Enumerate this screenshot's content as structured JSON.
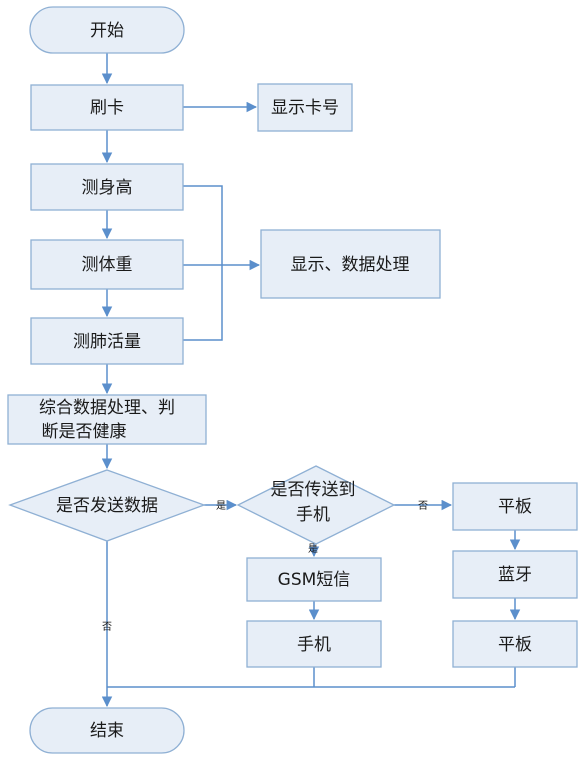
{
  "nodes": {
    "start": "开始",
    "swipe_card": "刷卡",
    "show_card": "显示卡号",
    "measure_height": "测身高",
    "measure_weight": "测体重",
    "display_process": "显示、数据处理",
    "measure_lung": "测肺活量",
    "process_line1": "综合数据处理、判",
    "process_line2": "断是否健康",
    "send_data": "是否发送数据",
    "to_phone_line1": "是否传送到",
    "to_phone_line2": "手机",
    "gsm": "GSM短信",
    "phone": "手机",
    "tablet1": "平板",
    "bluetooth": "蓝牙",
    "tablet2": "平板",
    "end": "结束"
  },
  "edge_labels": {
    "send_yes": "是",
    "send_no": "否",
    "phone_yes": "是",
    "phone_no": "否"
  },
  "colors": {
    "node_fill": "#e7eef7",
    "node_stroke": "#8fb0d4",
    "edge": "#5b8fcc"
  }
}
